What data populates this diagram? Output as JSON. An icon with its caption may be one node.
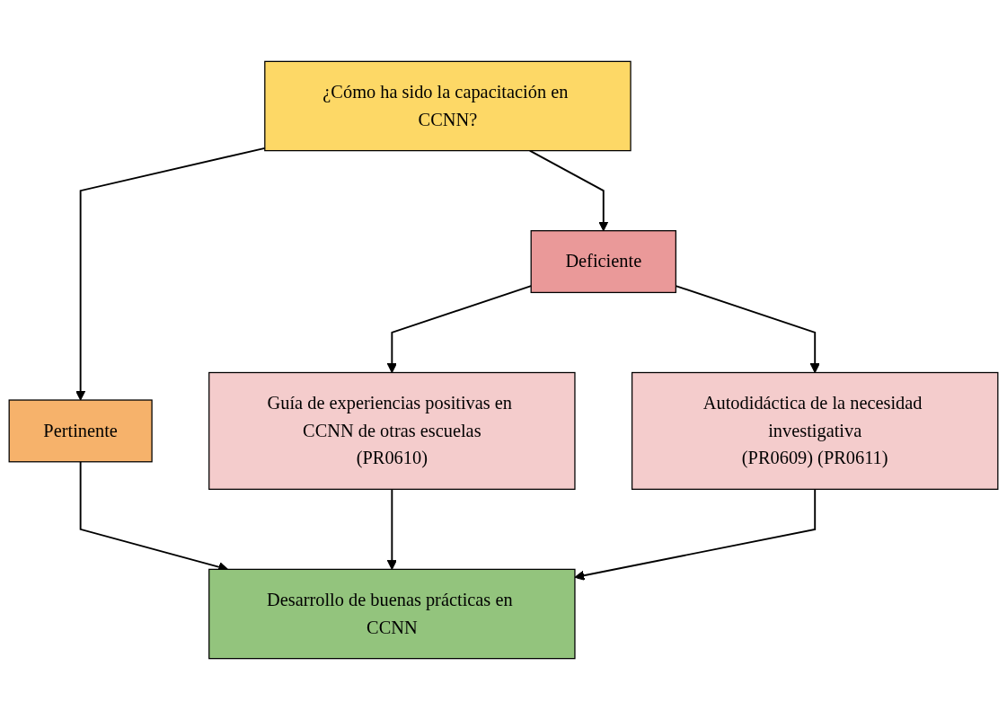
{
  "diagram": {
    "nodes": [
      {
        "text": [
          "¿Cómo ha sido la capacitación en CCNN?"
        ]
      },
      {
        "text": [
          "Pertinente"
        ]
      },
      {
        "text": [
          "Deficiente"
        ]
      },
      {
        "text": [
          "Guía de experiencias positivas en CCNN de otras escuelas",
          "(PR0610)"
        ]
      },
      {
        "text": [
          "Autodidáctica de la necesidad investigativa",
          "(PR0609) (PR0611)"
        ]
      },
      {
        "text": [
          "Desarrollo de buenas prácticas en CCNN"
        ]
      }
    ],
    "edges": [
      {
        "from": 0,
        "to": 1,
        "arrow": "to"
      },
      {
        "from": 0,
        "to": 2,
        "arrow": "to"
      },
      {
        "from": 2,
        "to": 3,
        "arrow": "to"
      },
      {
        "from": 2,
        "to": 4,
        "arrow": "to"
      },
      {
        "from": 1,
        "to": 5,
        "arrow": "to"
      },
      {
        "from": 3,
        "to": 5,
        "arrow": "to"
      },
      {
        "from": 4,
        "to": 5,
        "arrow": "to"
      }
    ]
  }
}
